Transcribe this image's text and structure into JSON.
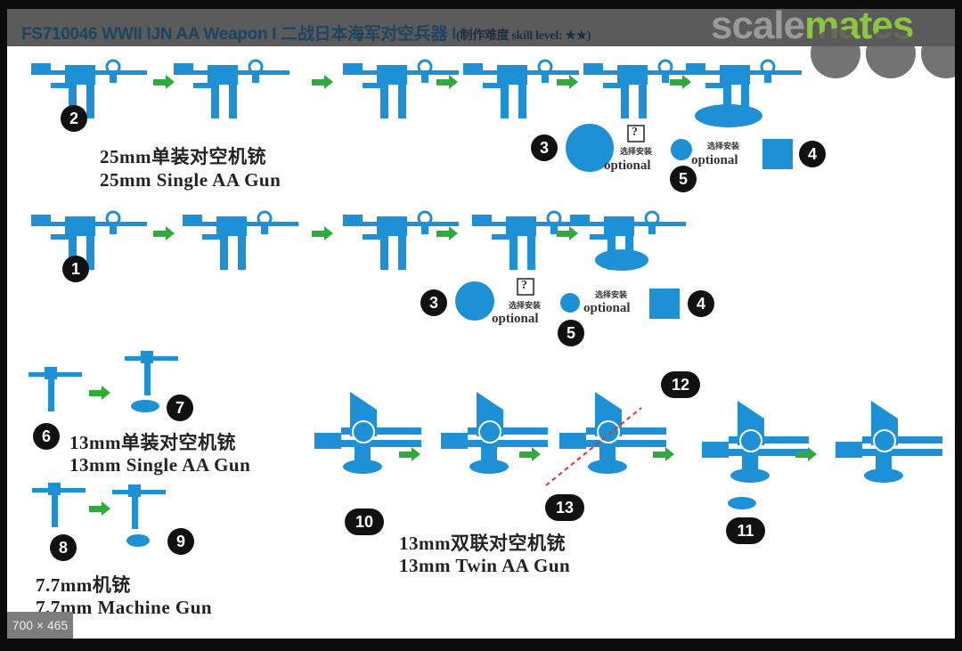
{
  "header": {
    "title": "FS710046 WWII IJN AA Weapon I  二战日本海军对空兵器 I",
    "title_suffix": "(制作难度 skill level: ★★)"
  },
  "watermark": {
    "part1": "scale",
    "part2": "mates"
  },
  "sections": {
    "single25": {
      "cn": "25mm单装对空机铳",
      "en": "25mm Single AA Gun"
    },
    "single13": {
      "cn": "13mm单装对空机铳",
      "en": "13mm Single AA Gun"
    },
    "mg77": {
      "cn": "7.7mm机铳",
      "en": "7.7mm Machine Gun"
    },
    "twin13": {
      "cn": "13mm双联对空机铳",
      "en": "13mm Twin AA Gun"
    }
  },
  "optional": {
    "cn": "选择安装",
    "en": "optional",
    "mark": "?"
  },
  "steps": [
    "1",
    "2",
    "3",
    "4",
    "5",
    "6",
    "7",
    "8",
    "9",
    "10",
    "11",
    "12",
    "13"
  ],
  "image_dimensions": "700 × 465",
  "colors": {
    "part": "#1e90d6",
    "arrow": "#2eab3c",
    "title": "#1d4560",
    "brand_green": "#8cc63f"
  }
}
